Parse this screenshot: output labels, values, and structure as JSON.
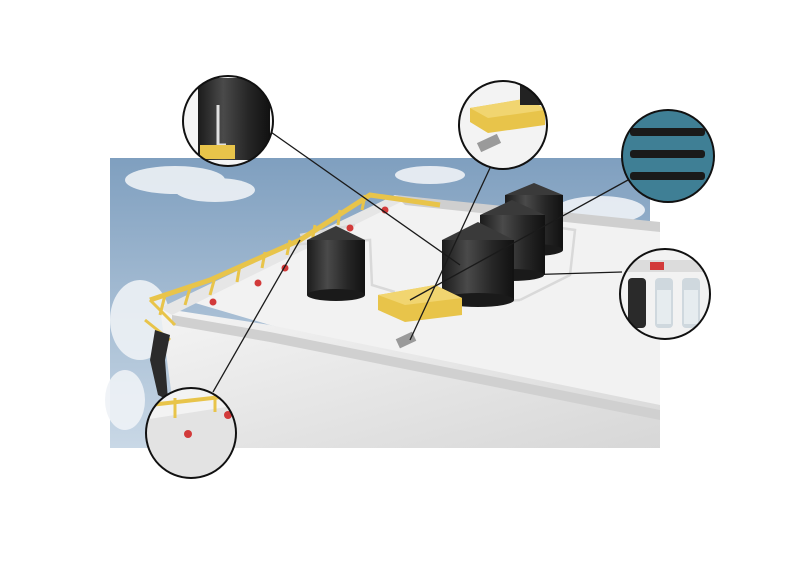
{
  "scene": {
    "sky_top": "#7f9fbf",
    "sky_bottom": "#c9d8e6",
    "cloud": "#eef2f6",
    "building": "#e6e6e6",
    "building_shade": "#cfcfcf",
    "roof": "#f2f2f2",
    "tank": "#262626",
    "tank_highlight": "#4a4a4a",
    "gutter_wood": "#e8c44a",
    "pipe": "#d9d9d9",
    "outlet_red": "#d23a3a",
    "leader_line": "#1a1a1a",
    "filter_blue": "#3f7f95"
  },
  "callouts": [
    {
      "id": "tank-outlet-detail",
      "icon": "tank-outlet-icon"
    },
    {
      "id": "float-valve-detail",
      "icon": "valve-box-icon"
    },
    {
      "id": "filter-media-detail",
      "icon": "filter-media-icon"
    },
    {
      "id": "filtration-unit-detail",
      "icon": "filter-cartridges-icon"
    },
    {
      "id": "gutter-outlet-detail",
      "icon": "gutter-outlet-icon"
    }
  ]
}
